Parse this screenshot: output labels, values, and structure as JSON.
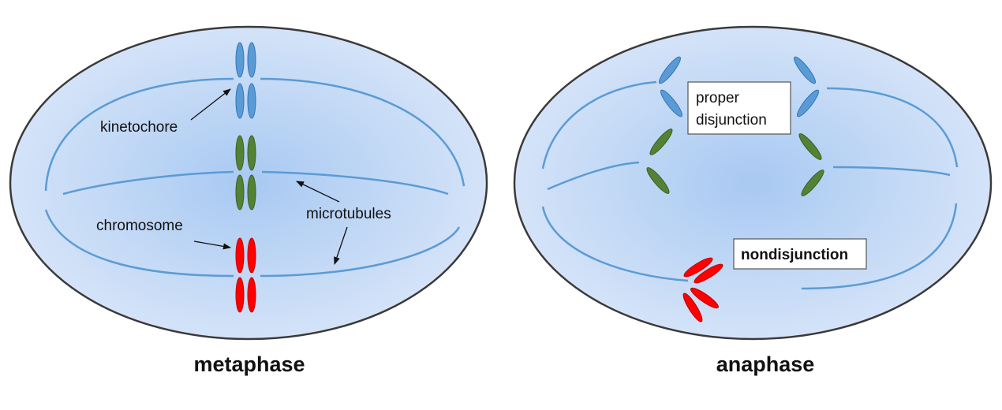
{
  "labels": {
    "kinetochore": "kinetochore",
    "chromosome": "chromosome",
    "microtubules": "microtubules",
    "proper_line1": "proper",
    "proper_line2": "disjunction",
    "nondisjunction": "nondisjunction",
    "metaphase": "metaphase",
    "anaphase": "anaphase"
  },
  "colors": {
    "cell_fill_center": "#a8c9f2",
    "cell_fill_edge": "#d4e3f8",
    "cell_outline": "#3a3a3a",
    "microtubule": "#5b9bd5",
    "chromosome_blue": "#5b9bd5",
    "chromosome_green": "#548235",
    "chromosome_red": "#ff0000"
  }
}
